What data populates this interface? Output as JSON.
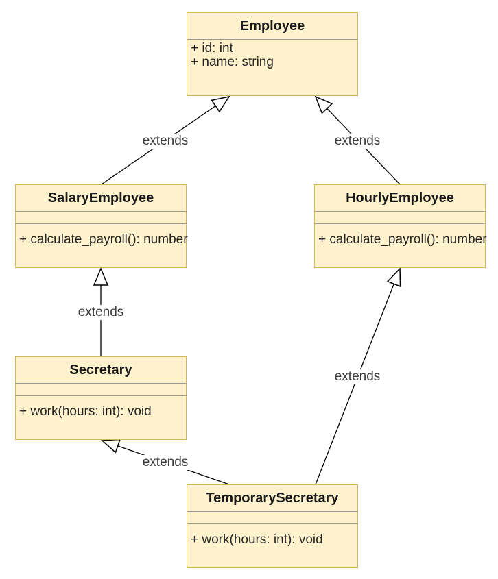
{
  "diagram": {
    "type": "uml-class-diagram",
    "colors": {
      "class_fill": "#FFF2CC",
      "class_border": "#D6B656",
      "separator": "#999999",
      "edge_line": "#000000",
      "arrowhead_fill": "#FFFFFF",
      "canvas_background": "#FFFFFF"
    },
    "classes": [
      {
        "name": "Employee",
        "attributes": [
          "+ id: int",
          "+ name: string"
        ],
        "methods": []
      },
      {
        "name": "SalaryEmployee",
        "attributes": [],
        "methods": [
          "+ calculate_payroll(): number"
        ]
      },
      {
        "name": "HourlyEmployee",
        "attributes": [],
        "methods": [
          "+ calculate_payroll(): number"
        ]
      },
      {
        "name": "Secretary",
        "attributes": [],
        "methods": [
          "+ work(hours: int): void"
        ]
      },
      {
        "name": "TemporarySecretary",
        "attributes": [],
        "methods": [
          "+ work(hours: int): void"
        ]
      }
    ],
    "edges": [
      {
        "from": "SalaryEmployee",
        "to": "Employee",
        "label": "extends",
        "arrowhead": "hollow-triangle"
      },
      {
        "from": "HourlyEmployee",
        "to": "Employee",
        "label": "extends",
        "arrowhead": "hollow-triangle"
      },
      {
        "from": "Secretary",
        "to": "SalaryEmployee",
        "label": "extends",
        "arrowhead": "hollow-triangle"
      },
      {
        "from": "TemporarySecretary",
        "to": "Secretary",
        "label": "extends",
        "arrowhead": "hollow-triangle"
      },
      {
        "from": "TemporarySecretary",
        "to": "HourlyEmployee",
        "label": "extends",
        "arrowhead": "hollow-triangle"
      }
    ]
  }
}
